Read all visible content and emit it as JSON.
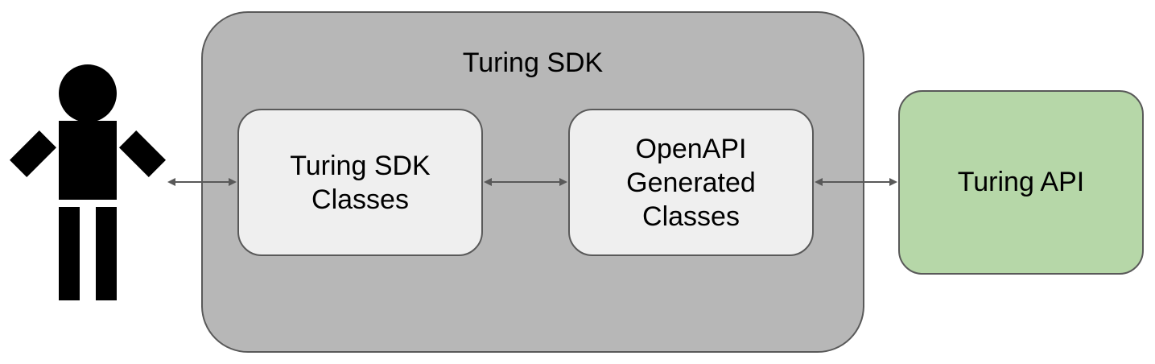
{
  "diagram": {
    "sdk_container_title": "Turing SDK",
    "nodes": [
      {
        "id": "sdk_classes",
        "label": "Turing SDK\nClasses"
      },
      {
        "id": "openapi_classes",
        "label": "OpenAPI\nGenerated\nClasses"
      },
      {
        "id": "turing_api",
        "label": "Turing API"
      }
    ],
    "edges": [
      {
        "from": "user",
        "to": "sdk_classes",
        "direction": "bidirectional"
      },
      {
        "from": "sdk_classes",
        "to": "openapi_classes",
        "direction": "bidirectional"
      },
      {
        "from": "openapi_classes",
        "to": "turing_api",
        "direction": "bidirectional"
      }
    ],
    "colors": {
      "container_fill": "#b7b7b7",
      "inner_fill": "#efefef",
      "api_fill": "#b6d7a8",
      "border": "#595959",
      "arrow": "#595959",
      "figure": "#000000"
    },
    "icons": {
      "user": "person-icon"
    }
  }
}
